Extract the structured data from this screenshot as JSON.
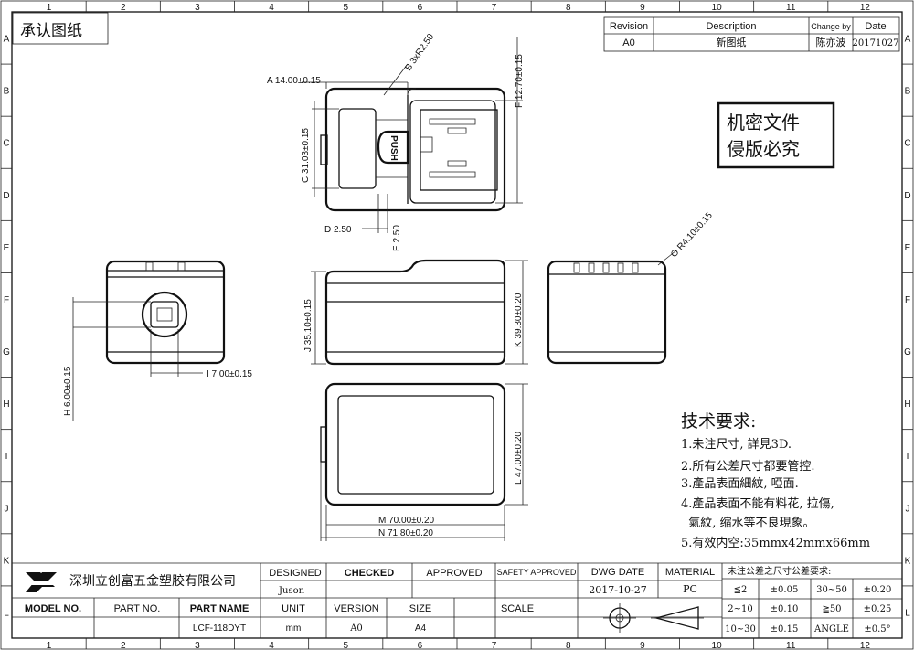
{
  "title": "承认图纸",
  "grid": {
    "cols": [
      "1",
      "2",
      "3",
      "4",
      "5",
      "6",
      "7",
      "8",
      "9",
      "10",
      "11",
      "12"
    ],
    "rows": [
      "A",
      "B",
      "C",
      "D",
      "E",
      "F",
      "G",
      "H",
      "I",
      "J",
      "K",
      "L"
    ]
  },
  "revision": {
    "headers": [
      "Revision",
      "Description",
      "Change by",
      "Date"
    ],
    "row": [
      "A0",
      "新图纸",
      "陈亦波",
      "20171027"
    ]
  },
  "confidential": [
    "机密文件",
    "侵版必究"
  ],
  "dimensions": {
    "A": "A 14.00±0.15",
    "B": "B 3xR2.50",
    "C": "C 31.03±0.15",
    "D": "D 2.50",
    "E": "E 2.50",
    "F": "F 12.70±0.15",
    "H": "H 6.00±0.15",
    "I": "I 7.00±0.15",
    "J": "J 35.10±0.15",
    "K": "K 39.30±0.20",
    "L": "L 47.00±0.20",
    "M": "M 70.00±0.20",
    "N": "N 71.80±0.20",
    "O": "O R4.10±0.15",
    "push": "PUSH"
  },
  "tech": {
    "title": "技术要求:",
    "items": [
      "1.未注尺寸, 詳見3D.",
      "2.所有公差尺寸都要管控.",
      "3.產品表面細紋, 啞面.",
      "4.產品表面不能有料花, 拉傷,",
      "  氣紋, 缩水等不良現象。",
      "5.有效内空:35mmx42mmx66mm"
    ]
  },
  "titleblock": {
    "company": "深圳立创富五金塑胶有限公司",
    "designed_label": "DESIGNED",
    "designed_value": "Juson",
    "checked_label": "CHECKED",
    "approved_label": "APPROVED",
    "safety_label": "SAFETY APPROVED",
    "dwg_date_label": "DWG DATE",
    "dwg_date_value": "2017-10-27",
    "material_label": "MATERIAL",
    "material_value": "PC",
    "model_label": "MODEL NO.",
    "part_no_label": "PART NO.",
    "part_name_label": "PART NAME",
    "part_name_value": "LCF-118DYT",
    "unit_label": "UNIT",
    "unit_value": "mm",
    "version_label": "VERSION",
    "version_value": "A0",
    "size_label": "SIZE",
    "size_value": "A4",
    "scale_label": "SCALE",
    "tol_title": "未注公差之尺寸公差要求:",
    "tol": [
      [
        "≦2",
        "±0.05",
        "30~50",
        "±0.20"
      ],
      [
        "2~10",
        "±0.10",
        "≧50",
        "±0.25"
      ],
      [
        "10~30",
        "±0.15",
        "ANGLE",
        "±0.5°"
      ]
    ]
  }
}
